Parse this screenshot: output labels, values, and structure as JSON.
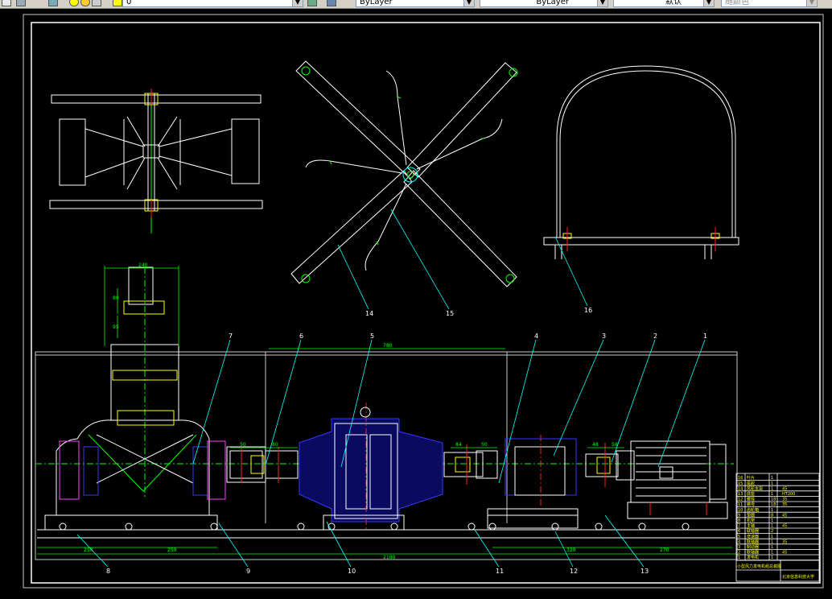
{
  "toolbar": {
    "layer_value": "0",
    "color_value": "ByLayer",
    "linetype_value": "ByLayer",
    "lineweight_value": "默认",
    "plotstyle_value": "随颜色",
    "icons": [
      "layer-manager-icon",
      "layer-state-icon",
      "lightbulb-icon",
      "sun-icon",
      "lock-icon",
      "color-swatch-icon",
      "layer-match-icon",
      "layer-previous-icon"
    ]
  },
  "drawing": {
    "dims": {
      "d240": "240",
      "d780": "780",
      "d250a": "250",
      "d250b": "250",
      "d2100": "2100",
      "d320": "320",
      "d270": "270",
      "d50a": "50",
      "d80": "80",
      "d84": "84",
      "d50b": "50",
      "d48": "48",
      "d58": "58",
      "d80v": "80",
      "d95v": "95"
    },
    "balloons": [
      "1",
      "2",
      "3",
      "4",
      "5",
      "6",
      "7",
      "8",
      "9",
      "10",
      "11",
      "12",
      "13",
      "14",
      "15",
      "16"
    ],
    "title_block": {
      "drawing_title": "小型风力发电机组总装图",
      "school": "北京信息科技大学",
      "parts_rows": [
        {
          "no": "16",
          "name": "叶片",
          "qty": "1",
          "mat": ""
        },
        {
          "no": "15",
          "name": "尾舵",
          "qty": "1",
          "mat": ""
        },
        {
          "no": "14",
          "name": "风轮支架",
          "qty": "1",
          "mat": "45"
        },
        {
          "no": "13",
          "name": "底座",
          "qty": "1",
          "mat": "HT200"
        },
        {
          "no": "12",
          "name": "螺栓",
          "qty": "18",
          "mat": "35"
        },
        {
          "no": "11",
          "name": "螺母",
          "qty": "18",
          "mat": "35"
        },
        {
          "no": "10",
          "name": "齿轮箱",
          "qty": "1",
          "mat": ""
        },
        {
          "no": "9",
          "name": "垫圈",
          "qty": "8",
          "mat": "45"
        },
        {
          "no": "8",
          "name": "机架",
          "qty": "1",
          "mat": ""
        },
        {
          "no": "7",
          "name": "主轴",
          "qty": "1",
          "mat": "45"
        },
        {
          "no": "6",
          "name": "联轴器",
          "qty": "2",
          "mat": ""
        },
        {
          "no": "5",
          "name": "增速器",
          "qty": "1",
          "mat": ""
        },
        {
          "no": "4",
          "name": "联轴器",
          "qty": "1",
          "mat": "35"
        },
        {
          "no": "3",
          "name": "制动器",
          "qty": "1",
          "mat": ""
        },
        {
          "no": "2",
          "name": "联轴器",
          "qty": "1",
          "mat": "45"
        },
        {
          "no": "1",
          "name": "发电机",
          "qty": "1",
          "mat": ""
        }
      ]
    }
  },
  "colors": {
    "background": "#000000",
    "line_white": "#ffffff",
    "line_green": "#00ff00",
    "line_cyan": "#00ffff",
    "line_blue": "#3838ff",
    "line_red": "#ff2020",
    "line_yellow": "#ffff00",
    "line_magenta": "#ff40ff",
    "frame_grey": "#c8c8c8"
  }
}
